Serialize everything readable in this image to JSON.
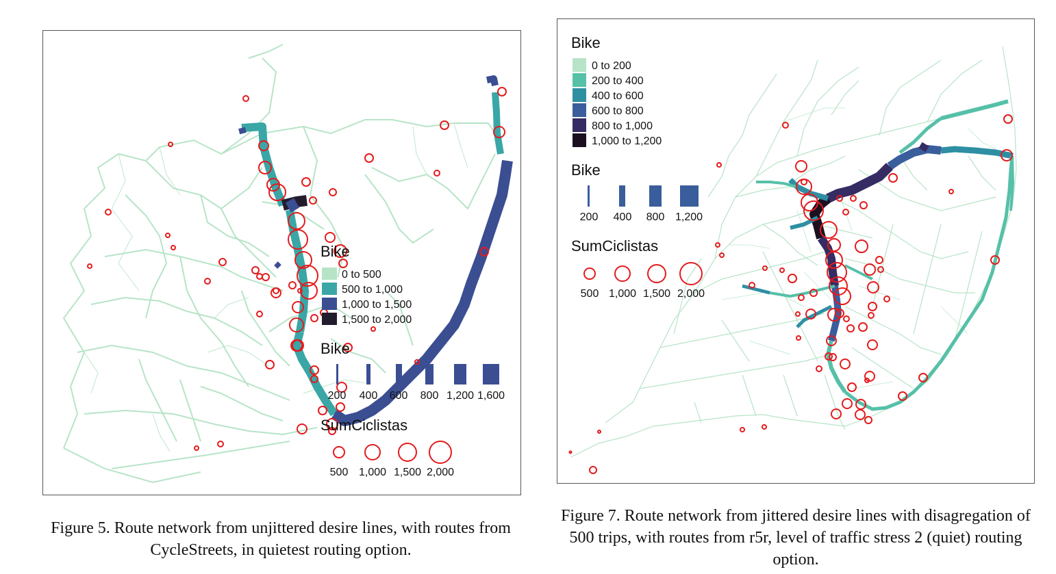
{
  "figure5": {
    "caption": "Figure 5. Route network from unjittered desire lines, with routes from CycleStreets, in quietest routing option.",
    "legend_fill": {
      "title": "Bike",
      "items": [
        {
          "label": "0 to 500",
          "color": "#b7e4c7"
        },
        {
          "label": "500 to 1,000",
          "color": "#3aa6a6"
        },
        {
          "label": "1,000 to 1,500",
          "color": "#3b4e92"
        },
        {
          "label": "1,500 to 2,000",
          "color": "#231c2c"
        }
      ]
    },
    "legend_width": {
      "title": "Bike",
      "values": [
        "200",
        "400",
        "600",
        "800",
        "1,200",
        "1,600"
      ]
    },
    "legend_circles": {
      "title": "SumCiclistas",
      "values": [
        "500",
        "1,000",
        "1,500",
        "2,000"
      ]
    }
  },
  "figure7": {
    "caption": "Figure 7. Route network from jittered desire lines with disagregation of 500 trips, with routes from r5r, level of traffic stress 2 (quiet) routing option.",
    "legend_fill": {
      "title": "Bike",
      "items": [
        {
          "label": "0 to 200",
          "color": "#b7e4c7"
        },
        {
          "label": "200 to 400",
          "color": "#56c0a8"
        },
        {
          "label": "400 to 600",
          "color": "#2e8fa3"
        },
        {
          "label": "600 to 800",
          "color": "#3a5d9c"
        },
        {
          "label": "800 to 1,000",
          "color": "#352c63"
        },
        {
          "label": "1,000 to 1,200",
          "color": "#1b1020"
        }
      ]
    },
    "legend_width": {
      "title": "Bike",
      "values": [
        "200",
        "400",
        "800",
        "1,200"
      ]
    },
    "legend_circles": {
      "title": "SumCiclistas",
      "values": [
        "500",
        "1,000",
        "1,500",
        "2,000"
      ]
    }
  }
}
